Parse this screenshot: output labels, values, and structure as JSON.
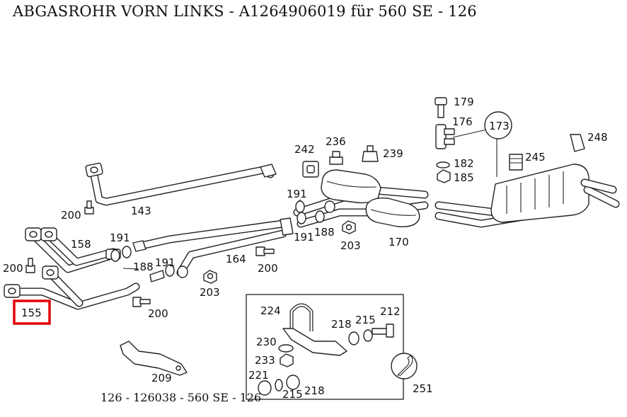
{
  "title": "ABGASROHR VORN LINKS - A1264906019 für 560 SE - 126",
  "caption": "126 - 126038 - 560 SE - 126",
  "highlighted_part": "155",
  "highlight_color": "#e0000d",
  "labels": {
    "p155": "155",
    "p200a": "200",
    "p143": "143",
    "p158": "158",
    "p191a": "191",
    "p200b": "200",
    "p188a": "188",
    "p191b": "191",
    "p164": "164",
    "p200c": "200",
    "p203a": "203",
    "p200d": "200",
    "p242": "242",
    "p236": "236",
    "p239": "239",
    "p191c": "191",
    "p191d": "191",
    "p188b": "188",
    "p203b": "203",
    "p170": "170",
    "p179": "179",
    "p176": "176",
    "p173": "173",
    "p182": "182",
    "p185": "185",
    "p245": "245",
    "p248": "248",
    "p209": "209",
    "p224": "224",
    "p230": "230",
    "p233": "233",
    "p221": "221",
    "p215a": "215",
    "p218a": "218",
    "p218b": "218",
    "p215b": "215",
    "p212": "212",
    "p251": "251"
  }
}
